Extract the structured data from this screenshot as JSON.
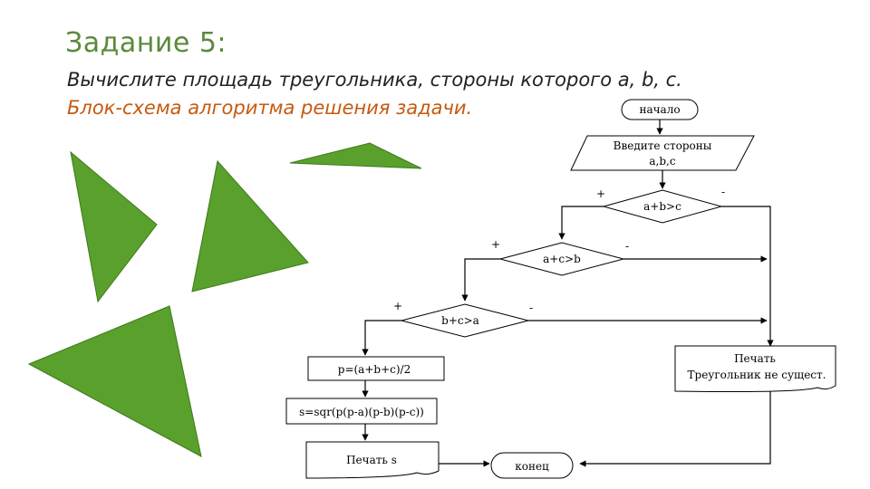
{
  "slide": {
    "title": "Задание 5:",
    "task": "Вычислите площадь треугольника, стороны которого a, b, c.",
    "subtitle": "Блок-схема алгоритма решения задачи."
  },
  "colors": {
    "title": "#5a8a3a",
    "subtitle": "#c55a11",
    "triangle_fill": "#5aa02c",
    "triangle_stroke": "#3d7a1c"
  },
  "flowchart": {
    "start": "начало",
    "input_line1": "Введите стороны",
    "input_line2": "a,b,c",
    "cond1": "a+b>c",
    "cond2": "a+c>b",
    "cond3": "b+c>a",
    "yes_sign": "+",
    "no_sign": "-",
    "calc_p": "p=(a+b+c)/2",
    "calc_s": "s=sqr(p(p-a)(p-b)(p-c))",
    "print_s": "Печать  s",
    "print_no_line1": "Печать",
    "print_no_line2": "Треугольник не сущест.",
    "end": "конец"
  }
}
